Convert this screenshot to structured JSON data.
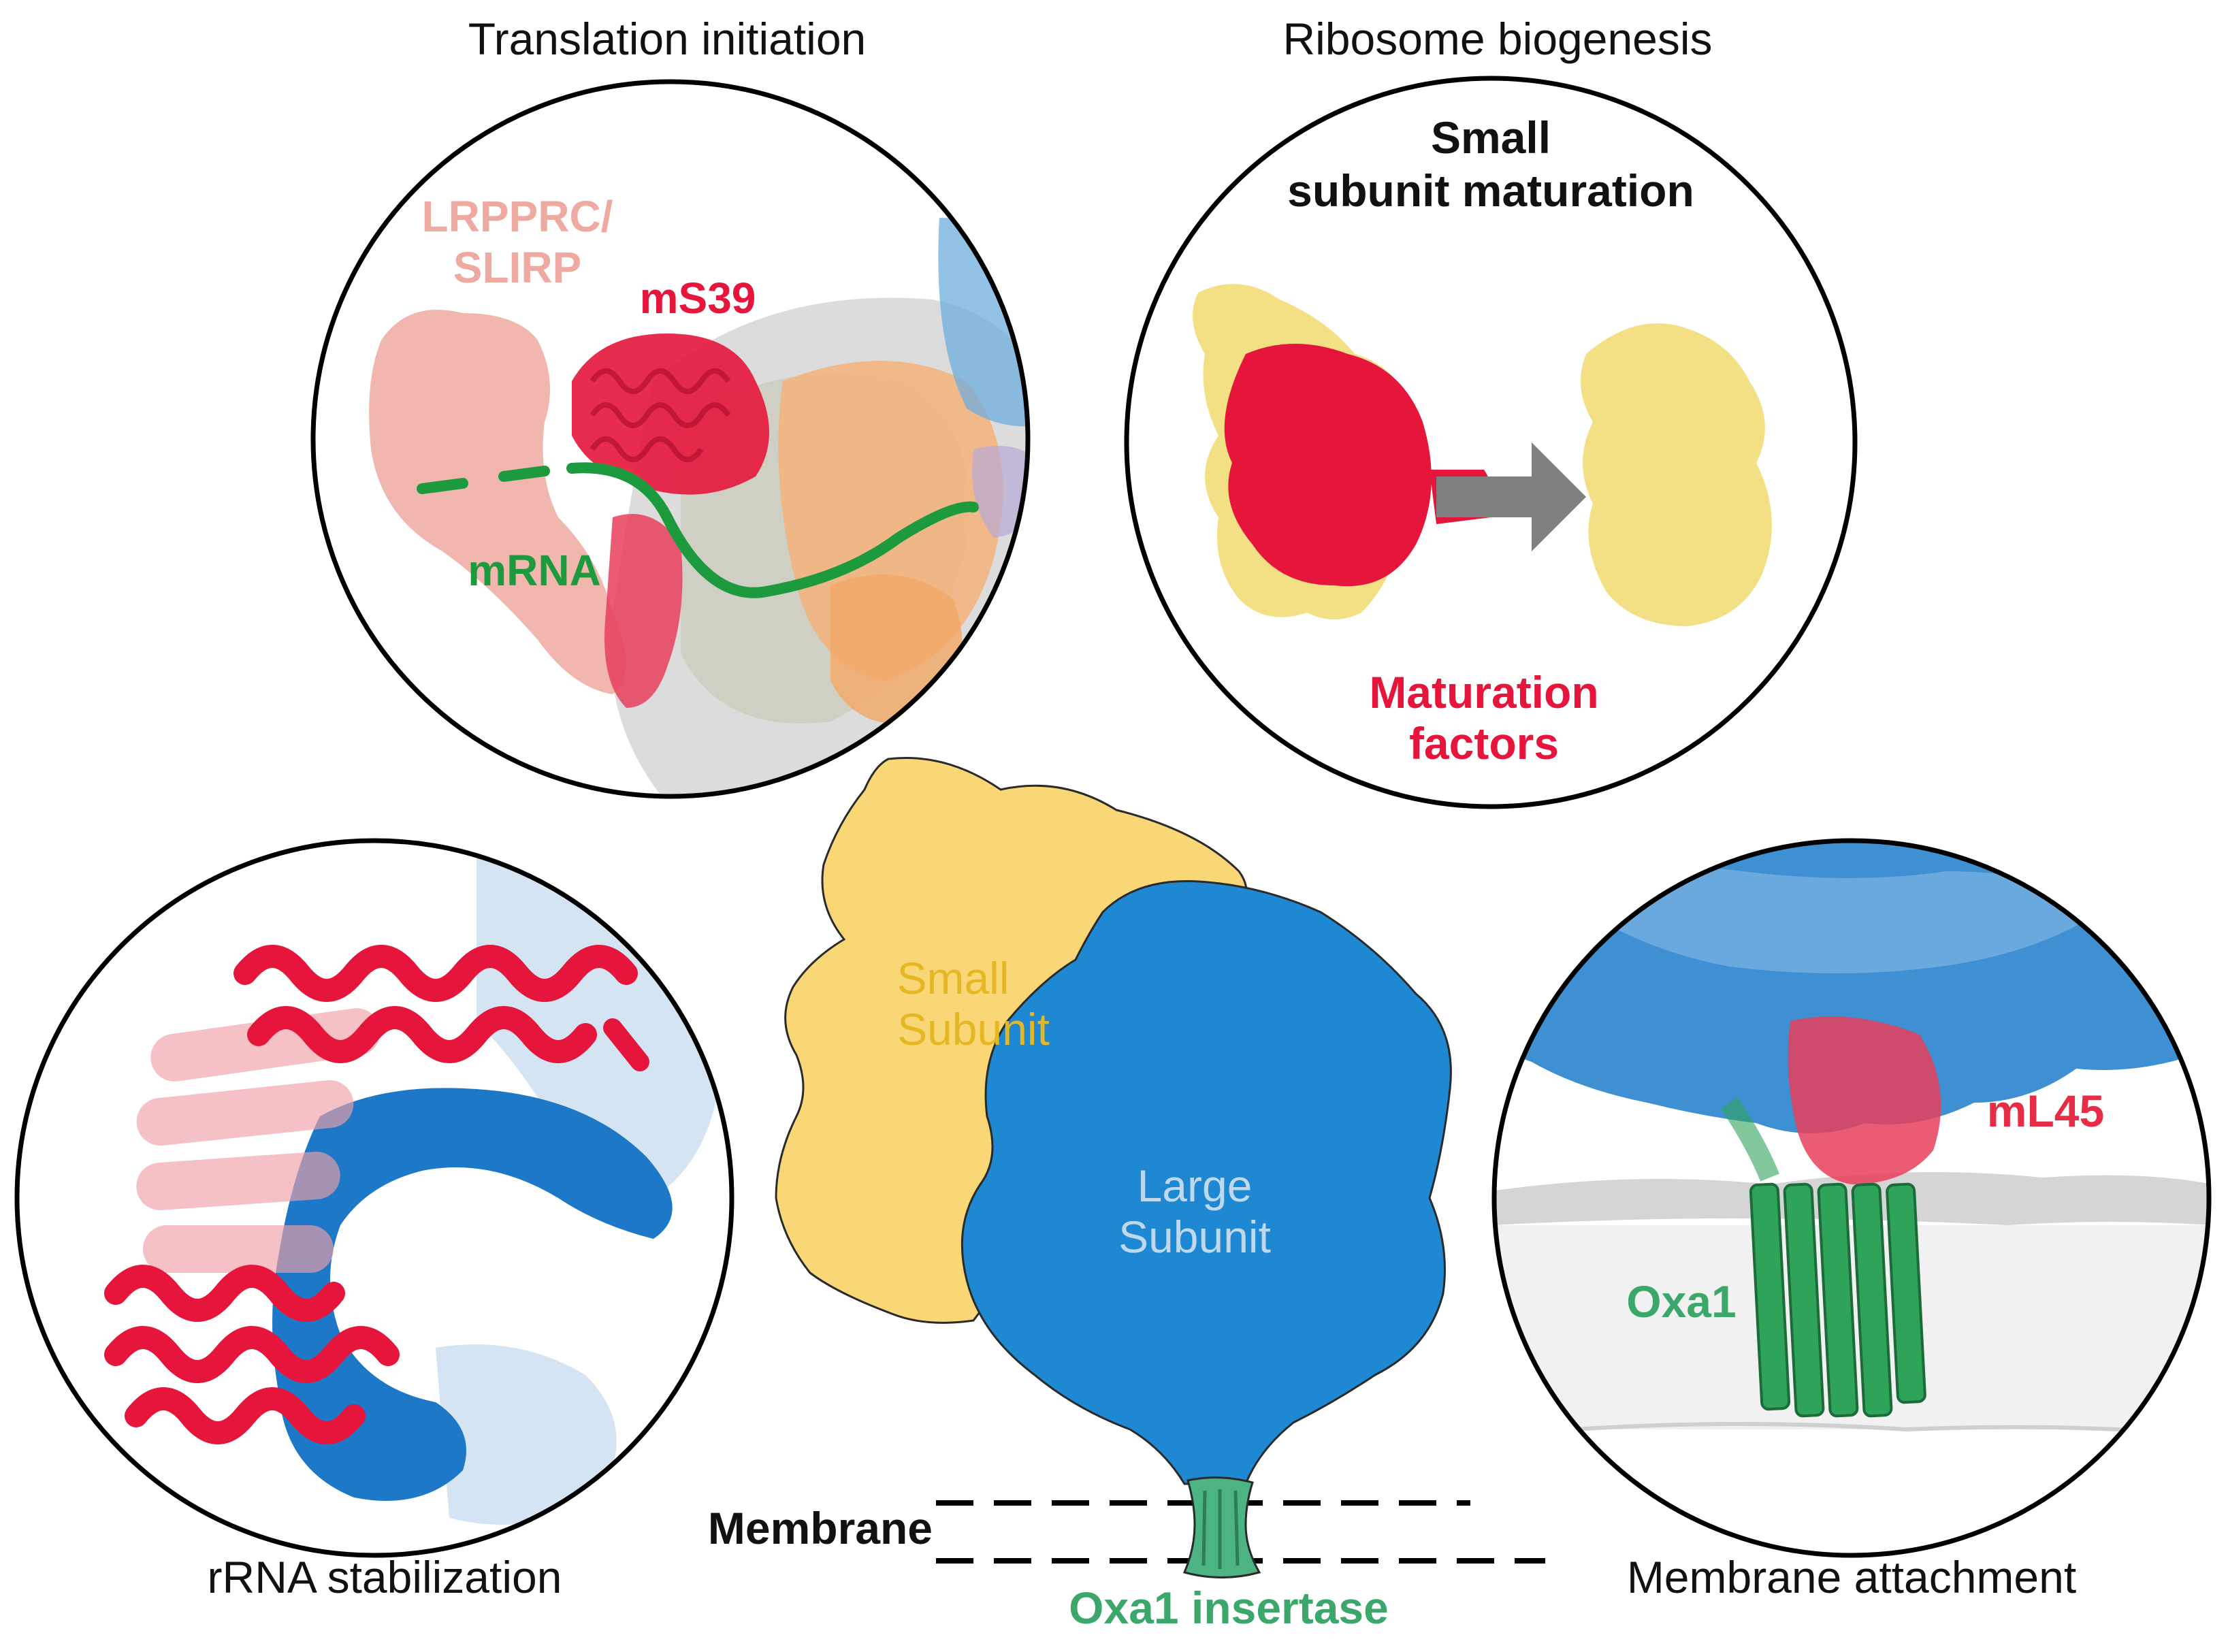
{
  "panels": {
    "translation_initiation": {
      "title": "Translation initiation",
      "labels": {
        "lrpprc": "LRPPRC/",
        "slirp": "SLIRP",
        "ms39": "mS39",
        "mrna": "mRNA"
      }
    },
    "ribosome_biogenesis": {
      "title": "Ribosome biogenesis",
      "heading_line1": "Small",
      "heading_line2": "subunit maturation",
      "factors_line1": "Maturation",
      "factors_line2": "factors"
    },
    "rrna_stabilization": {
      "title": "rRNA stabilization"
    },
    "membrane_attachment": {
      "title": "Membrane attachment",
      "labels": {
        "ml45": "mL45",
        "oxa1": "Oxa1"
      }
    }
  },
  "center": {
    "small_subunit_line1": "Small",
    "small_subunit_line2": "Subunit",
    "large_subunit_line1": "Large",
    "large_subunit_line2": "Subunit",
    "membrane": "Membrane",
    "oxa1_insertase": "Oxa1 insertase"
  },
  "colors": {
    "small_subunit": "#F9D776",
    "large_subunit": "#1E88D2",
    "maturation_red": "#E5153B",
    "oxa1_green": "#3BA76A",
    "mrna_green": "#1E9A3E",
    "lrpprc_pink": "#EEA9A0",
    "subunit_label_gold": "#E6B722",
    "large_label_blue": "#BFD8EC",
    "ml45_red": "#E62D45"
  }
}
